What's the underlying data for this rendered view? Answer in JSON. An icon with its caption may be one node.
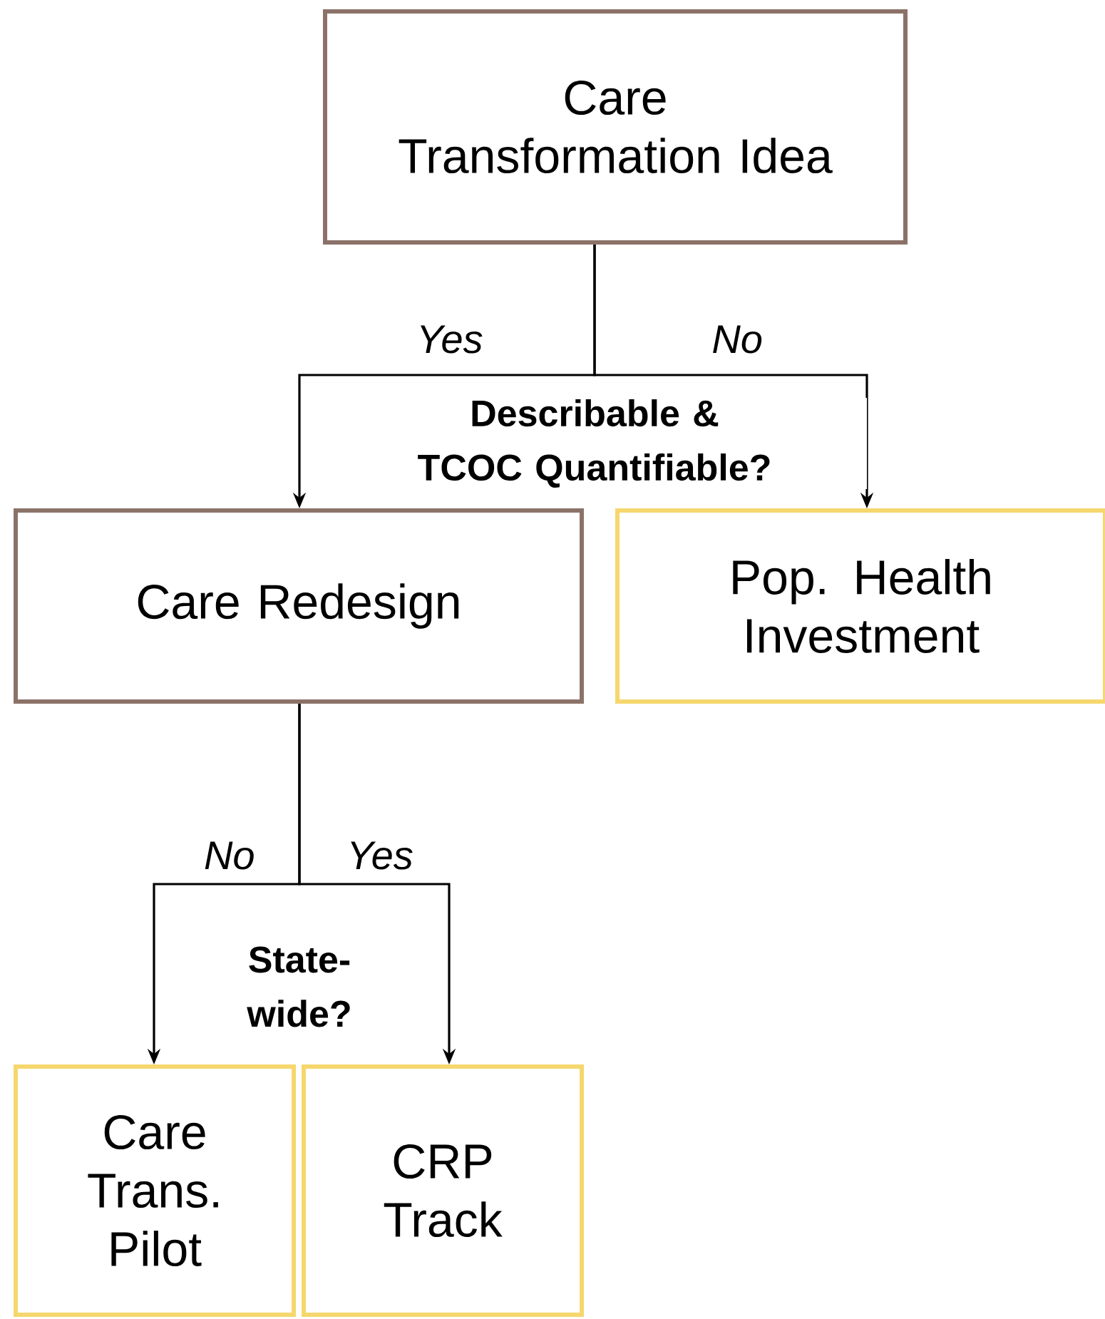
{
  "diagram": {
    "nodes": [
      {
        "text": [
          "Care Transformation Idea"
        ]
      },
      {
        "text": [
          "Care Redesign"
        ]
      },
      {
        "text": [
          "Pop. Health Investment"
        ]
      },
      {
        "text": [
          "Care Trans. Pilot"
        ]
      },
      {
        "text": [
          "CRP Track"
        ]
      }
    ],
    "edges": [
      {
        "from": 0,
        "to": 1,
        "arrow": "to",
        "label": "Yes"
      },
      {
        "from": 0,
        "to": 2,
        "arrow": "to",
        "label": "No"
      },
      {
        "from": 1,
        "to": 3,
        "arrow": "to",
        "label": "No"
      },
      {
        "from": 1,
        "to": 4,
        "arrow": "to",
        "label": "Yes"
      }
    ],
    "labels": [
      "Describable & TCOC Quantifiable?",
      "State-wide?"
    ]
  }
}
